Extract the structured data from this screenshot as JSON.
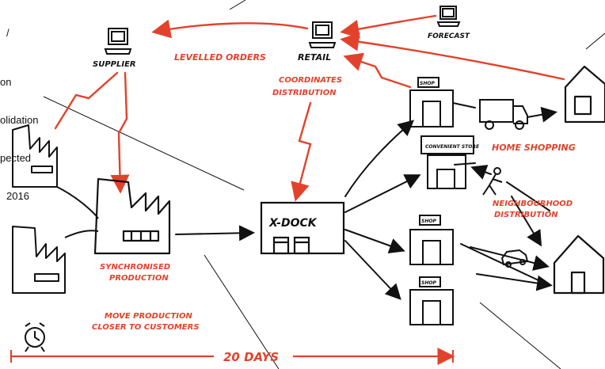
{
  "nodes": {
    "supplier": "SUPPLIER",
    "retail": "RETAIL",
    "forecast": "FORECAST",
    "xdock": "X-DOCK",
    "shop": "SHOP",
    "convenience_store": "CONVENIENT STORE"
  },
  "labels": {
    "levelled_orders": "LEVELLED ORDERS",
    "coordinates_1": "COORDINATES",
    "coordinates_2": "DISTRIBUTION",
    "home_shopping": "HOME SHOPPING",
    "neighbourhood_1": "NEIGHBOURHOOD",
    "neighbourhood_2": "DISTRIBUTION",
    "synchronised_1": "SYNCHRONISED",
    "synchronised_2": "PRODUCTION",
    "move_1": "MOVE PRODUCTION",
    "move_2": "CLOSER TO CUSTOMERS",
    "timeline": "20 DAYS"
  },
  "side_note": {
    "line1": "/",
    "line2": "on",
    "line3": "olidation",
    "line4": "pected",
    "line5": "2016"
  },
  "colors": {
    "accent_red": "#e2422b",
    "ink": "#111111"
  }
}
